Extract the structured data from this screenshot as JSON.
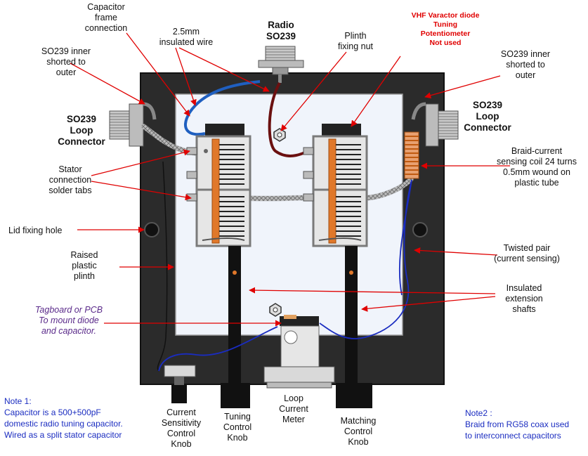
{
  "labels": {
    "capacitor_frame": "Capacitor\nframe\nconnection",
    "insulated_wire": "2.5mm\ninsulated wire",
    "radio_so239": "Radio\nSO239",
    "plinth_nut": "Plinth\nfixing  nut",
    "vhf_varactor": "VHF Varactor diode\nTuning\nPotentiometer\nNot used",
    "so239_inner_left": "SO239 inner\nshorted to\nouter",
    "so239_inner_right": "SO239 inner\nshorted to\nouter",
    "loop_connector_left": "SO239\nLoop\nConnector",
    "loop_connector_right": "SO239\nLoop\nConnector",
    "stator_tabs": "Stator\nconnection\nsolder tabs",
    "braid_coil": "Braid-current\nsensing coil 24 turns\n0.5mm wound on\nplastic tube",
    "lid_hole": "Lid fixing hole",
    "raised_plinth": "Raised\nplastic\nplinth",
    "twisted_pair": "Twisted pair\n(current sensing)",
    "extension_shafts": "Insulated\nextension\nshafts",
    "tagboard": "Tagboard or PCB\nTo mount diode\nand capacitor.",
    "current_knob": "Current\nSensitivity\nControl\nKnob",
    "tuning_knob": "Tuning\nControl\nKnob",
    "loop_meter": "Loop\nCurrent\nMeter",
    "matching_knob": "Matching\nControl\nKnob",
    "note1": "Note 1:\nCapacitor is a 500+500pF\ndomestic radio tuning capacitor.\nWired as a split stator capacitor",
    "note2": "Note2 :\nBraid from RG58 coax used\nto interconnect capacitors"
  },
  "colors": {
    "annotation_arrow": "#e00000",
    "enclosure": "#2b2b2b",
    "plinth": "#f0f4fb",
    "capacitor_rotor": "#e0782a",
    "wire_blue": "#1f5fc0",
    "wire_brown": "#6b1010",
    "twisted_pair": "#1a2cc0",
    "note_text": "#1a2cc0",
    "tagboard_text": "#5a2a8a"
  }
}
